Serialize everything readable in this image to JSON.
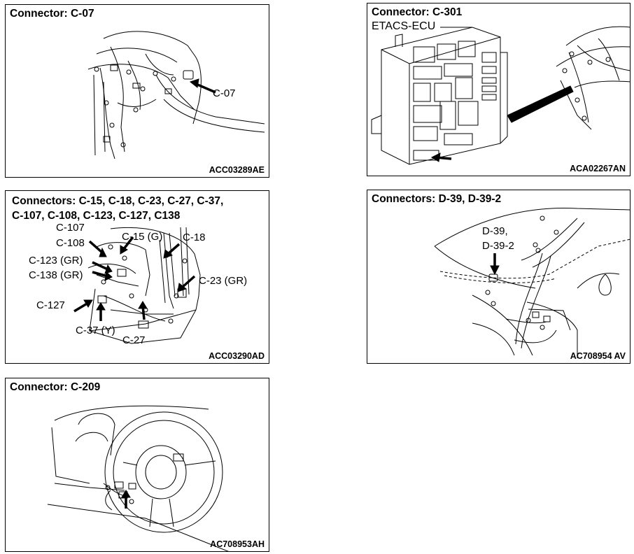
{
  "panels": {
    "c07": {
      "title": "Connector: C-07",
      "code": "ACC03289AE",
      "labels": {
        "c07": "C-07"
      }
    },
    "c301": {
      "title": "Connector: C-301",
      "code": "ACA02267AN",
      "labels": {
        "etacs": "ETACS-ECU"
      }
    },
    "multi": {
      "title_line1": "Connectors: C-15, C-18, C-23, C-27, C-37,",
      "title_line2": "C-107, C-108, C-123, C-127, C138",
      "code": "ACC03290AD",
      "labels": {
        "c107": "C-107",
        "c108": "C-108",
        "c15": "C-15 (G)",
        "c18": "C-18",
        "c123": "C-123 (GR)",
        "c138": "C-138 (GR)",
        "c23": "C-23 (GR)",
        "c127": "C-127",
        "c37": "C-37 (Y)",
        "c27": "C-27"
      }
    },
    "d39": {
      "title": "Connectors: D-39, D-39-2",
      "code": "AC708954 AV",
      "labels": {
        "d39": "D-39,",
        "d392": "D-39-2"
      }
    },
    "c209": {
      "title": "Connector: C-209",
      "code": "AC708953AH"
    }
  }
}
